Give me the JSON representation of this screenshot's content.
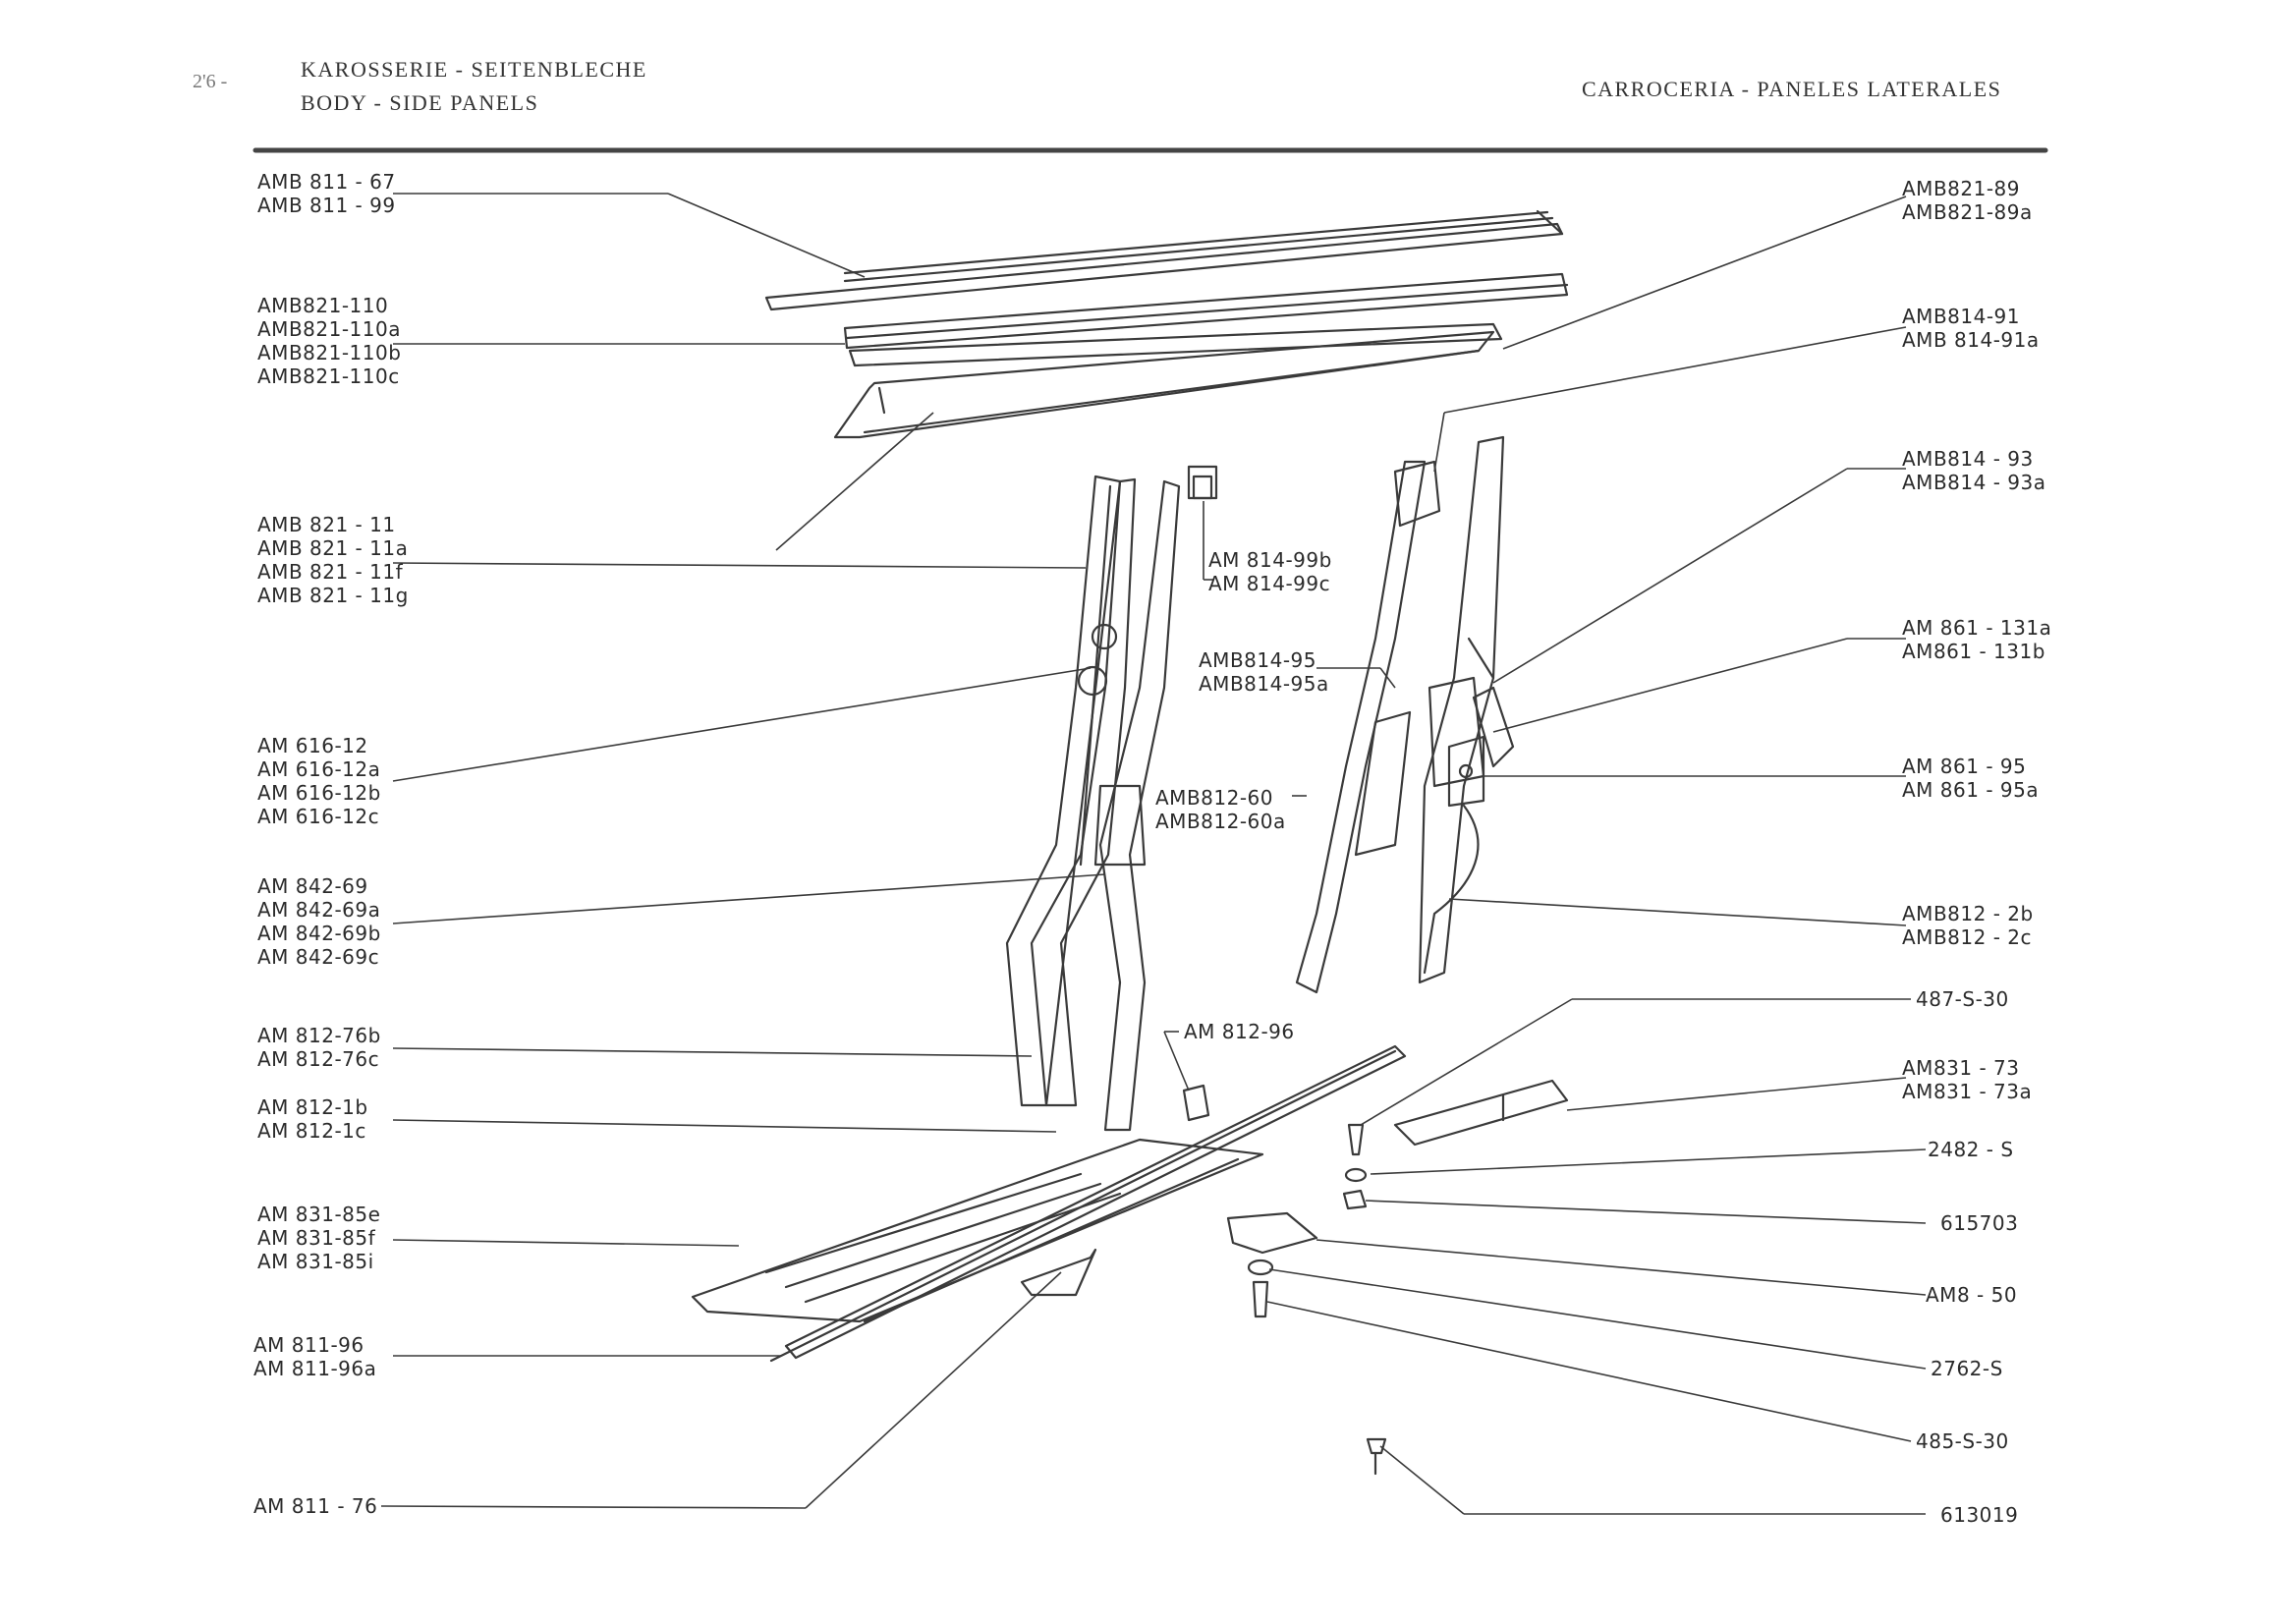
{
  "header": {
    "page_number": "2'6 -",
    "title_de": "KAROSSERIE - SEITENBLECHE",
    "title_en": "BODY - SIDE PANELS",
    "title_es": "CARROCERIA - PANELES LATERALES"
  },
  "callouts_left": [
    {
      "id": "g1",
      "parts": [
        "AMB 811 - 67",
        "AMB 811 - 99"
      ]
    },
    {
      "id": "g2",
      "parts": [
        "AMB821-110",
        "AMB821-110a",
        "AMB821-110b",
        "AMB821-110c"
      ]
    },
    {
      "id": "g3",
      "parts": [
        "AMB 821 - 11",
        "AMB 821 - 11a",
        "AMB 821 - 11f",
        "AMB 821 - 11g"
      ]
    },
    {
      "id": "g4",
      "parts": [
        "AM 616-12",
        "AM 616-12a",
        "AM 616-12b",
        "AM 616-12c"
      ]
    },
    {
      "id": "g5",
      "parts": [
        "AM 842-69",
        "AM 842-69a",
        "AM 842-69b",
        "AM 842-69c"
      ]
    },
    {
      "id": "g6",
      "parts": [
        "AM 812-76b",
        "AM 812-76c"
      ]
    },
    {
      "id": "g7",
      "parts": [
        "AM 812-1b",
        "AM 812-1c"
      ]
    },
    {
      "id": "g8",
      "parts": [
        "AM 831-85e",
        "AM 831-85f",
        "AM 831-85i"
      ]
    },
    {
      "id": "g9",
      "parts": [
        "AM 811-96",
        "AM 811-96a"
      ]
    },
    {
      "id": "g10",
      "parts": [
        "AM 811 - 76"
      ]
    }
  ],
  "callouts_center": [
    {
      "id": "c1",
      "parts": [
        "AM 814-99b",
        "AM 814-99c"
      ]
    },
    {
      "id": "c2",
      "parts": [
        "AMB814-95",
        "AMB814-95a"
      ]
    },
    {
      "id": "c3",
      "parts": [
        "AMB812-60",
        "AMB812-60a"
      ]
    },
    {
      "id": "c4",
      "parts": [
        "AM 812-96"
      ]
    }
  ],
  "callouts_right": [
    {
      "id": "r1",
      "parts": [
        "AMB821-89",
        "AMB821-89a"
      ]
    },
    {
      "id": "r2",
      "parts": [
        "AMB814-91",
        "AMB 814-91a"
      ]
    },
    {
      "id": "r3",
      "parts": [
        "AMB814 - 93",
        "AMB814 - 93a"
      ]
    },
    {
      "id": "r4",
      "parts": [
        "AM 861 - 131a",
        "AM861 - 131b"
      ]
    },
    {
      "id": "r5",
      "parts": [
        "AM 861 - 95",
        "AM 861 - 95a"
      ]
    },
    {
      "id": "r6",
      "parts": [
        "AMB812 - 2b",
        "AMB812 - 2c"
      ]
    },
    {
      "id": "r7",
      "parts": [
        "487-S-30"
      ]
    },
    {
      "id": "r8",
      "parts": [
        "AM831 - 73",
        "AM831 - 73a"
      ]
    },
    {
      "id": "r9",
      "parts": [
        "2482 - S"
      ]
    },
    {
      "id": "r10",
      "parts": [
        "615703"
      ]
    },
    {
      "id": "r11",
      "parts": [
        "AM8 - 50"
      ]
    },
    {
      "id": "r12",
      "parts": [
        "2762-S"
      ]
    },
    {
      "id": "r13",
      "parts": [
        "485-S-30"
      ]
    },
    {
      "id": "r14",
      "parts": [
        "613019"
      ]
    }
  ]
}
